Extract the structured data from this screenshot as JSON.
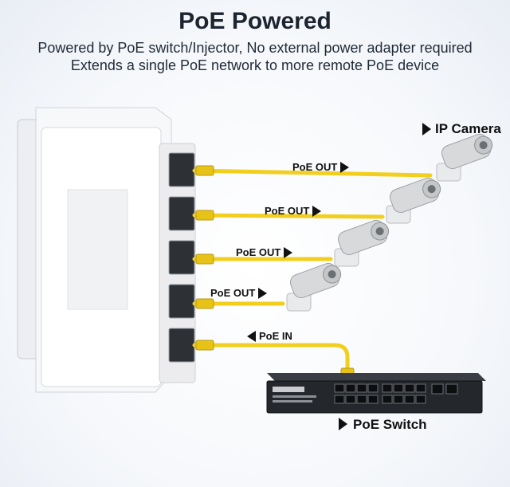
{
  "header": {
    "title": "PoE Powered",
    "subtitle_line1": "Powered by PoE switch/Injector, No external power adapter required",
    "subtitle_line2": "Extends a single PoE network to more remote PoE device"
  },
  "labels": {
    "ip_camera": "IP Camera",
    "poe_out": "PoE OUT",
    "poe_in": "PoE IN",
    "poe_switch": "PoE Switch"
  },
  "colors": {
    "cable": "#f2cf1e",
    "text": "#1c2430",
    "device": "#ffffff"
  }
}
